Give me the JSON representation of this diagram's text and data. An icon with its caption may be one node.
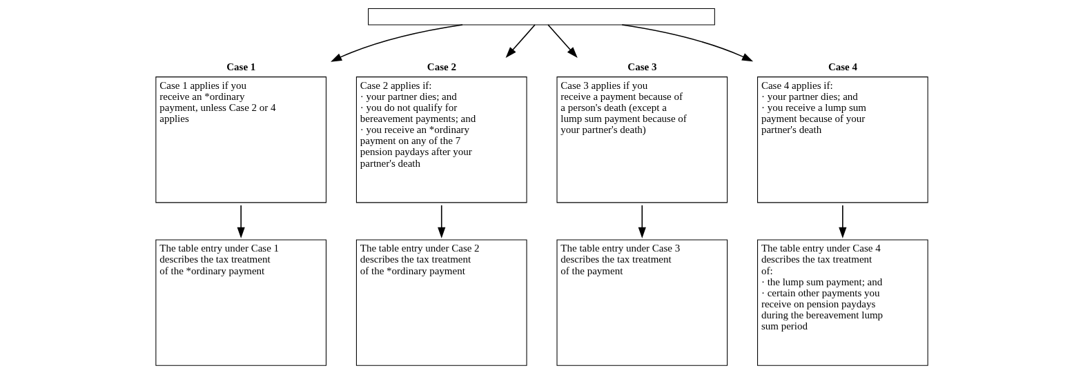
{
  "diagram": {
    "nodes": [
      {
        "text": [],
        "shape": "box"
      },
      {
        "text": [
          "Case 1",
          "Case 1 applies if you receive an *ordinary payment, unless Case 2 or 4 applies"
        ]
      },
      {
        "text": [
          "Case 2",
          "Case 2 applies if:",
          "· your partner dies; and",
          "· you do not qualify for bereavement payments; and",
          "· you receive an *ordinary payment on any of the 7 pension paydays after your partner's death"
        ]
      },
      {
        "text": [
          "Case 3",
          "Case 3 applies if you receive a payment because of a person's death (except a lump sum payment because of your partner's death)"
        ]
      },
      {
        "text": [
          "Case 4",
          "Case 4 applies if:",
          "· your partner dies; and",
          "· you receive a lump sum payment because of your partner's death"
        ]
      },
      {
        "text": [
          "The table entry under Case 1 describes the tax treatment of the *ordinary payment"
        ]
      },
      {
        "text": [
          "The table entry under Case 2 describes the tax treatment of the *ordinary payment"
        ]
      },
      {
        "text": [
          "The table entry under Case 3 describes the tax treatment of the payment"
        ]
      },
      {
        "text": [
          "The table entry under Case 4 describes the tax treatment of:",
          "· the lump sum payment; and",
          "· certain other payments you receive on pension paydays during the bereavement lump sum period"
        ]
      }
    ],
    "edges": [
      {
        "from": 0,
        "to": 1,
        "arrow": "to"
      },
      {
        "from": 0,
        "to": 2,
        "arrow": "to"
      },
      {
        "from": 0,
        "to": 3,
        "arrow": "to"
      },
      {
        "from": 0,
        "to": 4,
        "arrow": "to"
      },
      {
        "from": 1,
        "to": 5,
        "arrow": "to"
      },
      {
        "from": 2,
        "to": 6,
        "arrow": "to"
      },
      {
        "from": 3,
        "to": 7,
        "arrow": "to"
      },
      {
        "from": 4,
        "to": 8,
        "arrow": "to"
      }
    ]
  }
}
